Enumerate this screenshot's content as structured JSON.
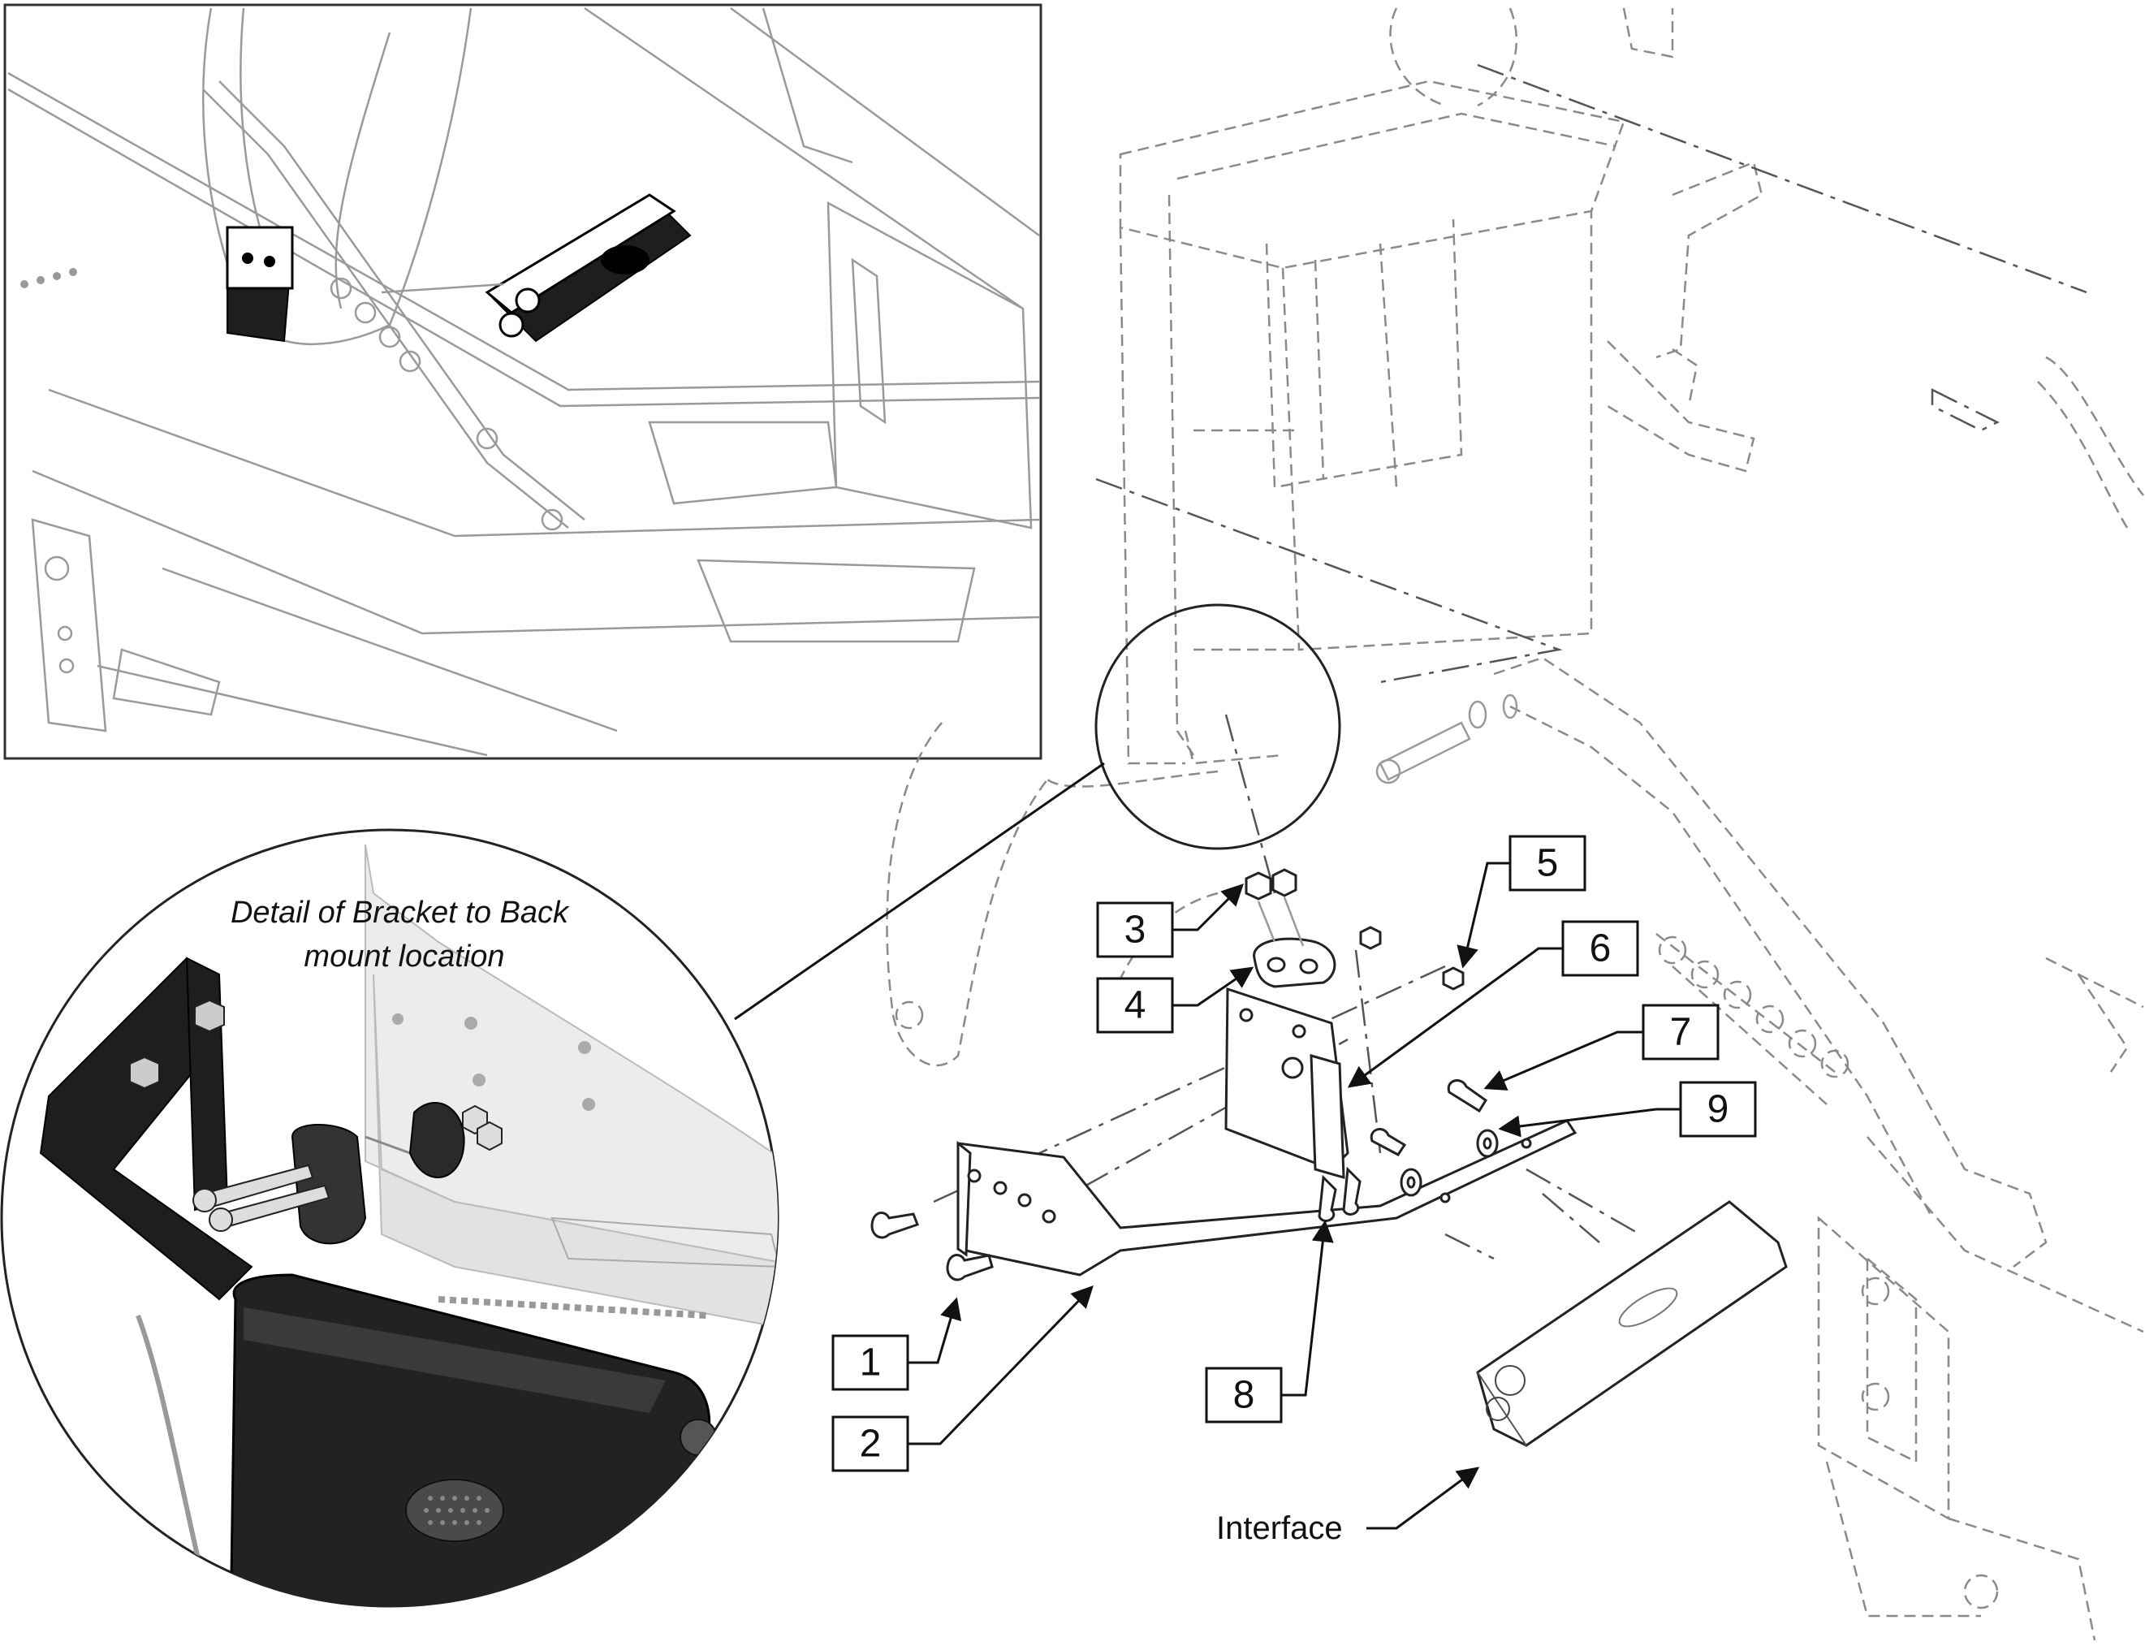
{
  "detail": {
    "title_line1": "Detail of Bracket to Back",
    "title_line2": "mount location"
  },
  "interface_label": "Interface",
  "callouts": [
    {
      "id": "1",
      "label": "1"
    },
    {
      "id": "2",
      "label": "2"
    },
    {
      "id": "3",
      "label": "3"
    },
    {
      "id": "4",
      "label": "4"
    },
    {
      "id": "5",
      "label": "5"
    },
    {
      "id": "6",
      "label": "6"
    },
    {
      "id": "7",
      "label": "7"
    },
    {
      "id": "8",
      "label": "8"
    },
    {
      "id": "9",
      "label": "9"
    }
  ]
}
